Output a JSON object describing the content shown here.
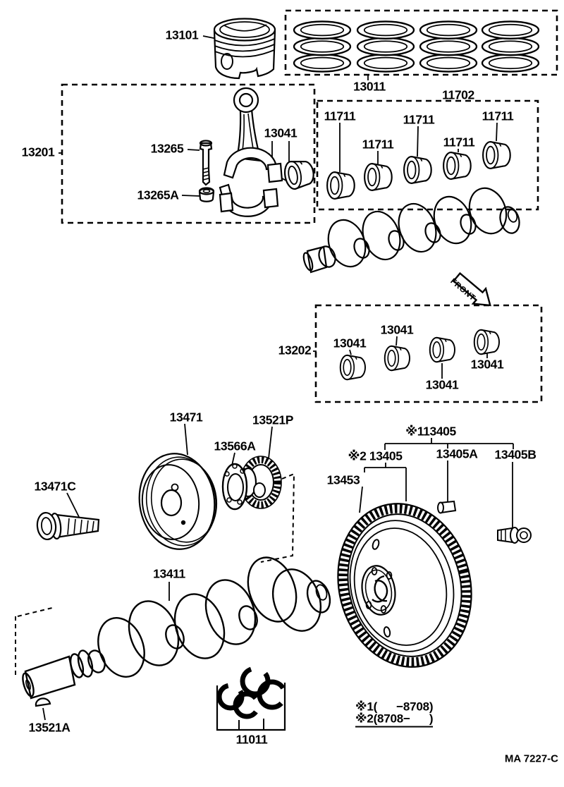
{
  "diagram": {
    "front_indicator": "FRONT",
    "drawing_code": "MA 7227-C",
    "notes": {
      "note1": "※1(      −8708)",
      "note2": "※2(8708−      )"
    },
    "parts": {
      "piston": "13101",
      "piston_ring_set": "13011",
      "crankshaft_bearing_set_upper": "11702",
      "crankshaft_bearing": "11711",
      "connecting_rod_subassembly": "13201",
      "connecting_rod_bolt": "13265",
      "connecting_rod_nut": "13265A",
      "connecting_rod_bearing": "13041",
      "crankshaft_bearing_set_lower": "13202",
      "crankshaft_pulley": "13471",
      "crankshaft_timing_gear": "13521P",
      "timing_gear_spacer": "13566A",
      "pulley_bolt": "13471C",
      "flywheel_ref1": "※113405",
      "flywheel_ref2": "※2 13405",
      "flywheel_dowel_pin": "13405A",
      "flywheel_bolt": "13405B",
      "ring_gear": "13453",
      "crankshaft": "13411",
      "woodruff_key": "13521A",
      "thrust_washer_set": "11011"
    }
  }
}
